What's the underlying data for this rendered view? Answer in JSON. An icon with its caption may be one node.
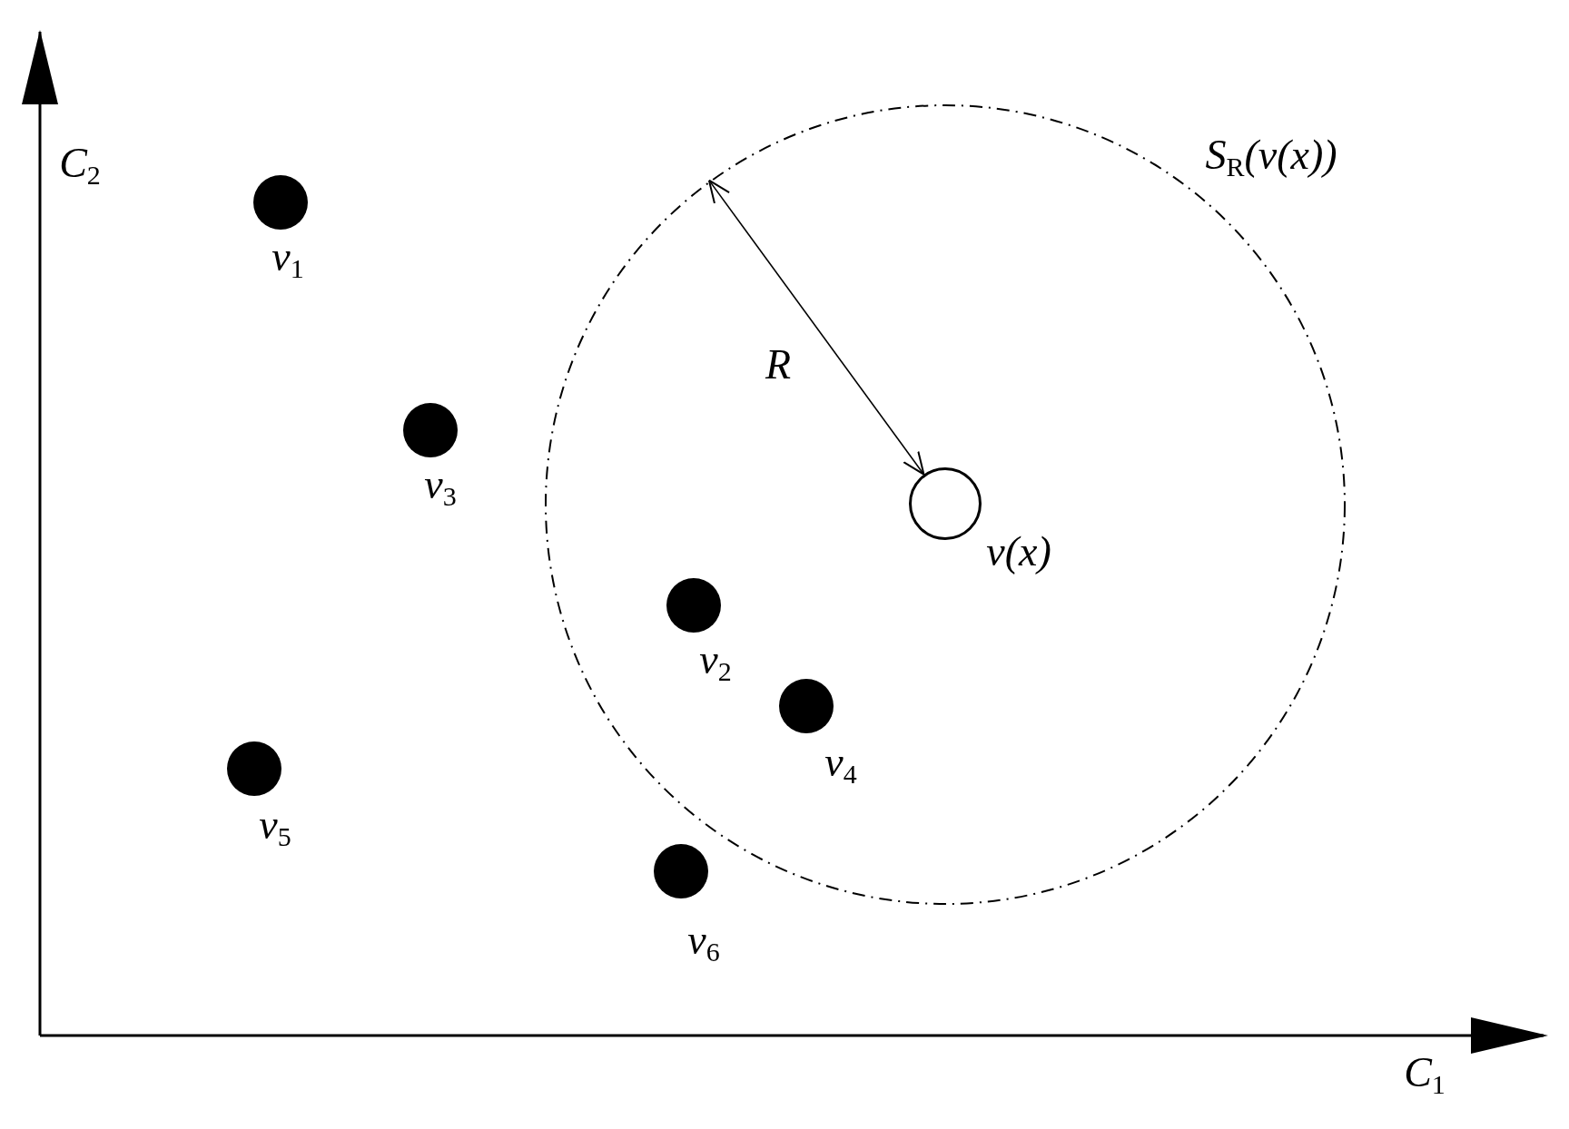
{
  "diagram": {
    "nodes": [
      {
        "text": [],
        "shape": "circle",
        "beside": [
          "v$_{1}$"
        ]
      },
      {
        "text": [],
        "shape": "circle",
        "beside": [
          "S$_{R}$(v(x))"
        ]
      },
      {
        "text": [],
        "shape": "circle",
        "beside": [
          "v$_{3}$"
        ]
      },
      {
        "text": [],
        "shape": "circle",
        "beside": [
          "v(x)"
        ],
        "in": 1
      },
      {
        "text": [],
        "shape": "circle",
        "beside": [
          "v$_{2}$"
        ],
        "in": 1
      },
      {
        "text": [],
        "shape": "circle",
        "beside": [
          "v$_{4}$"
        ],
        "in": 1
      },
      {
        "text": [],
        "shape": "circle",
        "beside": [
          "v$_{5}$"
        ]
      },
      {
        "text": [],
        "shape": "circle",
        "beside": [
          "v$_{6}$"
        ]
      }
    ],
    "edges": [
      {
        "from": 1,
        "to": 3,
        "arrow": "both",
        "label": "R"
      }
    ],
    "labels": [
      "C$_{2}$",
      "C$_{1}$"
    ]
  }
}
